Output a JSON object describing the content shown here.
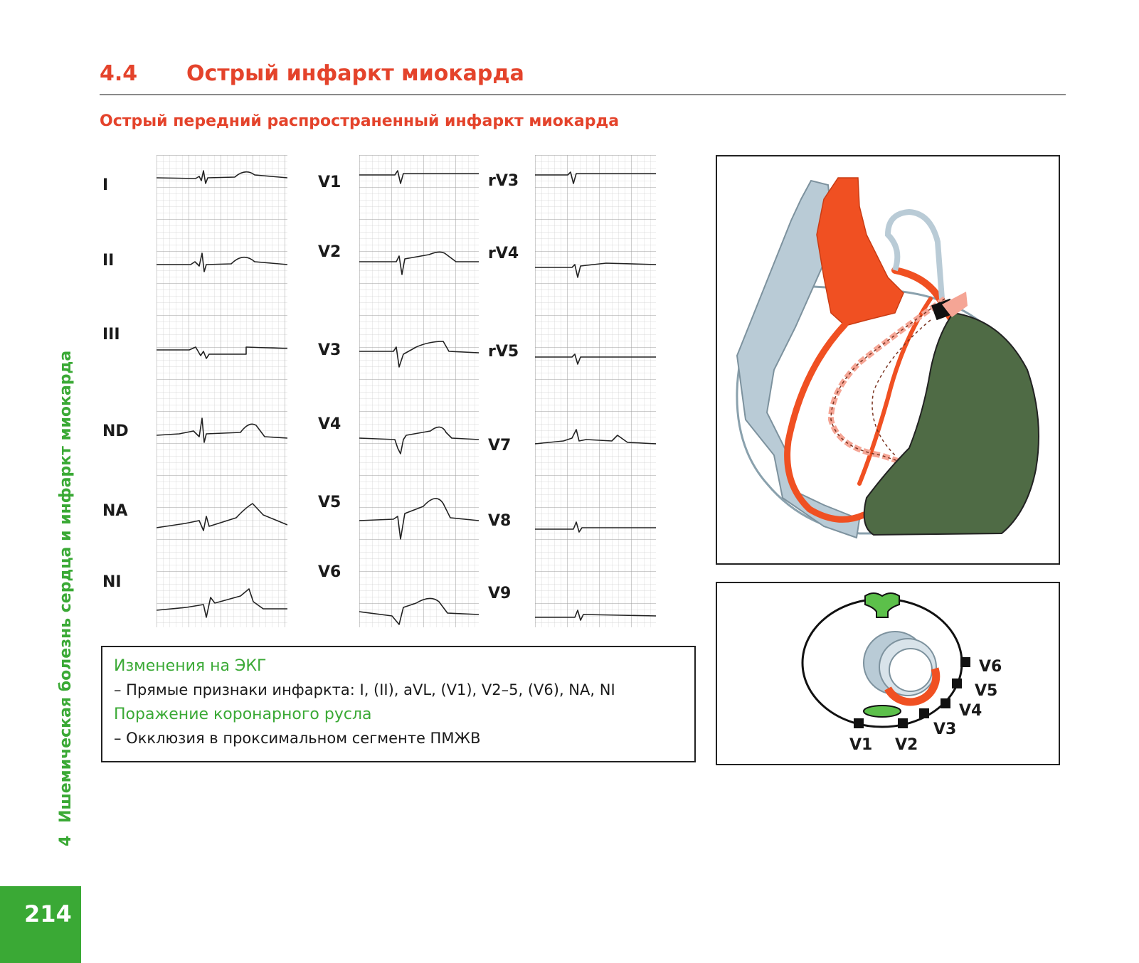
{
  "header": {
    "section_number": "4.4",
    "section_title": "Острый инфаркт миокарда",
    "subtitle": "Острый передний распространенный инфаркт миокарда"
  },
  "ecg": {
    "column1": [
      "I",
      "II",
      "III",
      "ND",
      "NA",
      "NI"
    ],
    "column2": [
      "V1",
      "V2",
      "V3",
      "V4",
      "V5",
      "V6"
    ],
    "column3": [
      "rV3",
      "rV4",
      "rV5",
      "V7",
      "V8",
      "V9"
    ]
  },
  "info": {
    "ecg_heading": "Изменения на ЭКГ",
    "ecg_text": "– Прямые признаки инфаркта: I, (II), aVL, (V1), V2–5, (V6), NA, NI",
    "coronary_heading": "Поражение коронарного русла",
    "coronary_text": "– Окклюзия в проксимальном сегменте ПМЖВ"
  },
  "cross_section": {
    "leads": [
      "V1",
      "V2",
      "V3",
      "V4",
      "V5",
      "V6"
    ]
  },
  "sidebar": {
    "chapter_number": "4",
    "chapter_title": "Ишемическая болезнь сердца и инфаркт миокарда"
  },
  "page": {
    "number": "214"
  },
  "colors": {
    "accent": "#e4432b",
    "green": "#3aa935",
    "infarct": "#4f6b45",
    "artery": "#f05022",
    "vein": "#b9cbd6"
  }
}
